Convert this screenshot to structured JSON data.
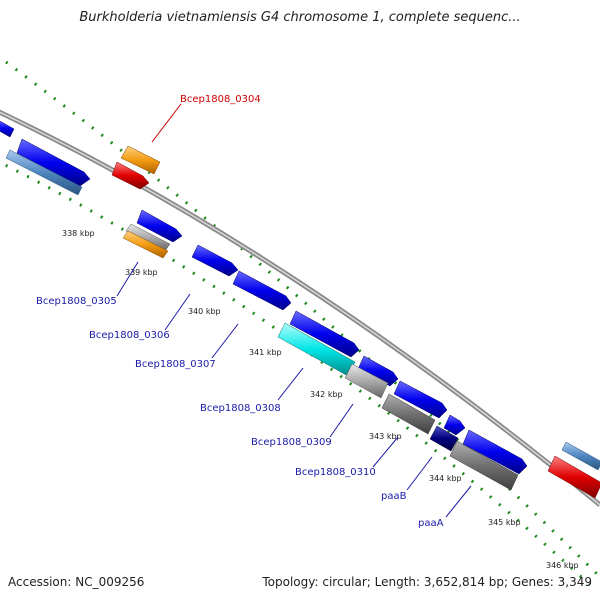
{
  "title": "Burkholderia vietnamiensis G4 chromosome 1, complete sequenc...",
  "accession": "Accession: NC_009256",
  "summary": "Topology: circular; Length: 3,652,814 bp; Genes: 3,349",
  "colors": {
    "backbone": "#8a8a8a",
    "tick": "#1f8a1f",
    "cds_blue": "#0000ee",
    "orange": "#f39c12",
    "red": "#e00000",
    "cyan": "#00e5e5",
    "grey": "#9a9a9a",
    "steel": "#4f86c0",
    "navy": "#000080",
    "label_blue": "#1a1aa8",
    "label_red": "#d00000"
  },
  "ticks": [
    "338 kbp",
    "339 kbp",
    "340 kbp",
    "341 kbp",
    "342 kbp",
    "343 kbp",
    "344 kbp",
    "345 kbp",
    "346 kbp"
  ],
  "genes": [
    {
      "name": "Bcep1808_0304",
      "highlight": true
    },
    {
      "name": "Bcep1808_0305"
    },
    {
      "name": "Bcep1808_0306"
    },
    {
      "name": "Bcep1808_0307"
    },
    {
      "name": "Bcep1808_0308"
    },
    {
      "name": "Bcep1808_0309"
    },
    {
      "name": "Bcep1808_0310"
    },
    {
      "name": "paaB"
    },
    {
      "name": "paaA"
    }
  ]
}
